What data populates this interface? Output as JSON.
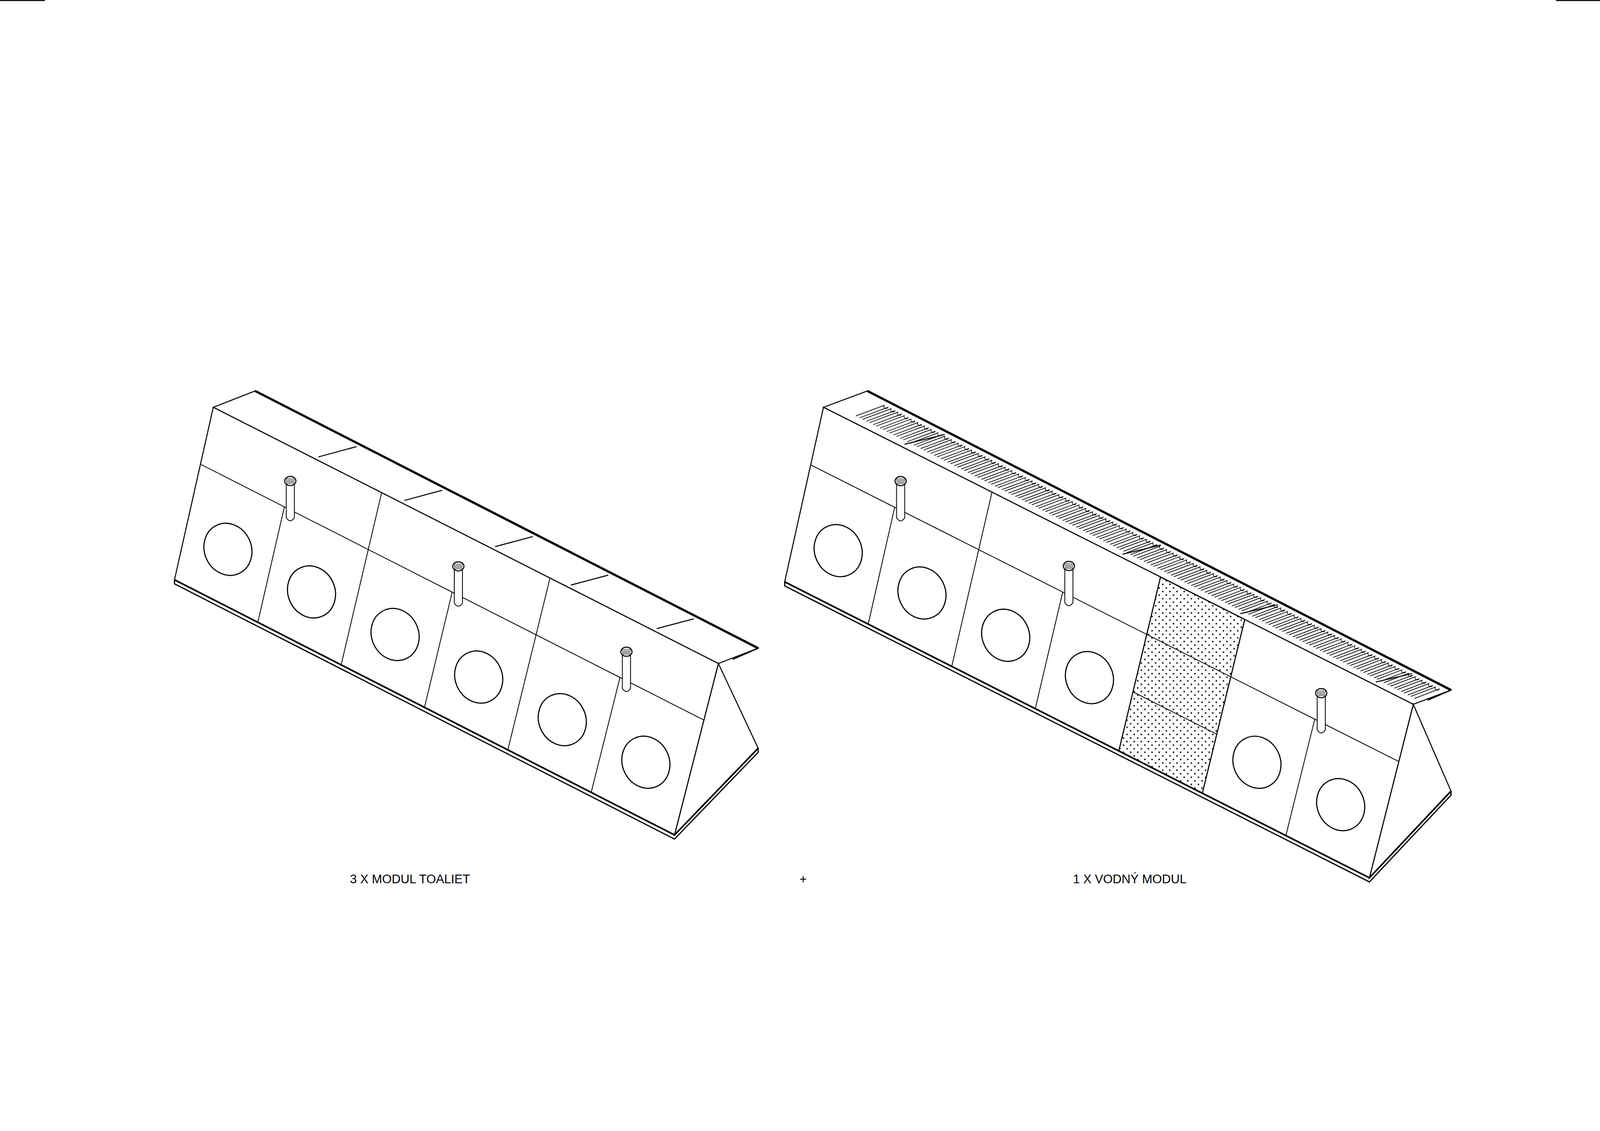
{
  "diagram": {
    "labels": [
      "3 X MODUL TOALIET",
      "+",
      "1 X VODNÝ MODUL"
    ]
  }
}
